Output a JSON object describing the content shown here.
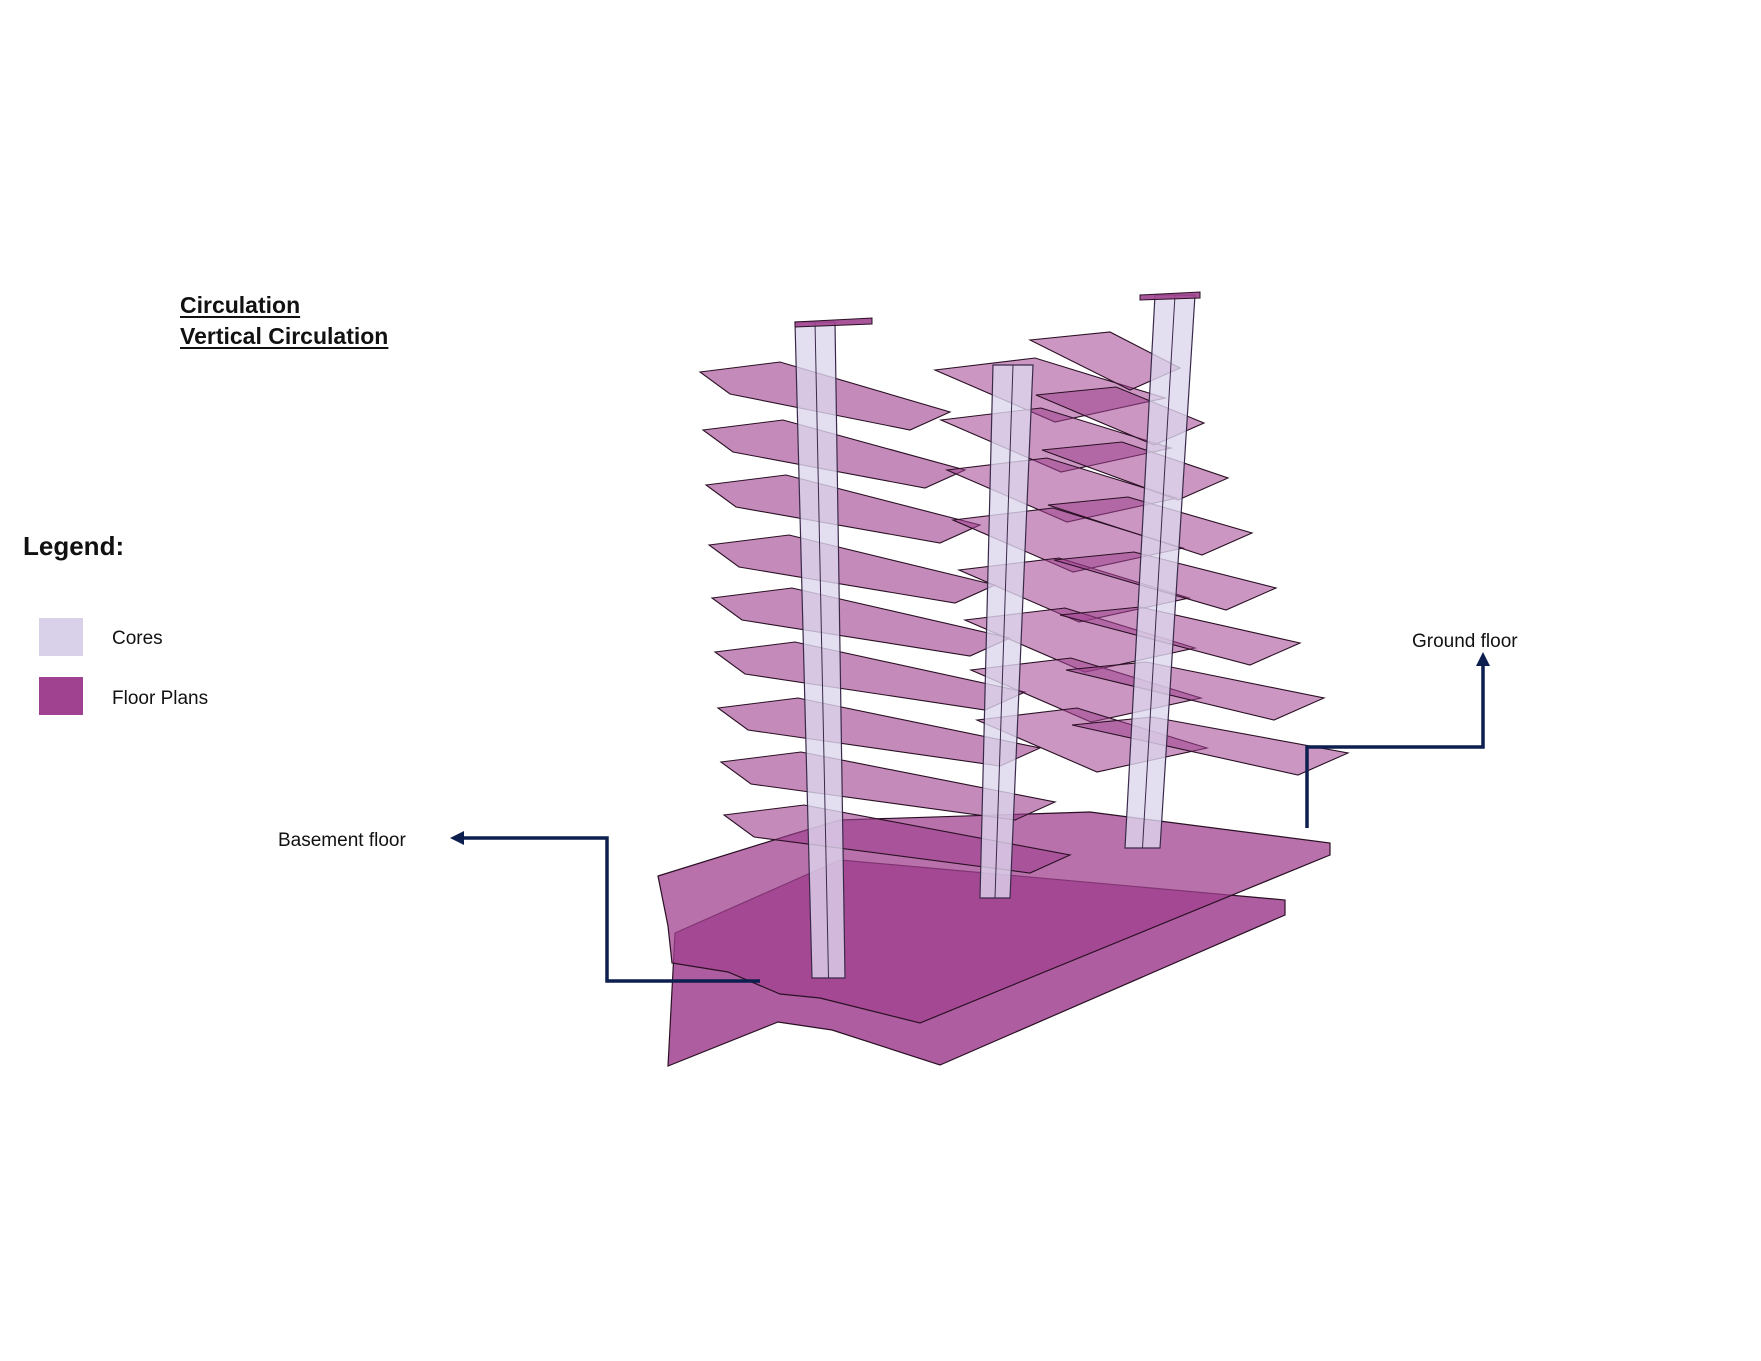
{
  "titles": {
    "line1": "Circulation",
    "line2": "Vertical Circulation"
  },
  "legend": {
    "heading": "Legend:",
    "items": [
      {
        "label": "Cores",
        "color": "#d9d0ea"
      },
      {
        "label": "Floor Plans",
        "color": "#a0428f"
      }
    ]
  },
  "annotations": {
    "ground": "Ground floor",
    "basement": "Basement floor"
  },
  "colors": {
    "floor_fill": "#a0428f",
    "core_fill": "#ddd6ee",
    "arrow": "#0d1f4e"
  }
}
